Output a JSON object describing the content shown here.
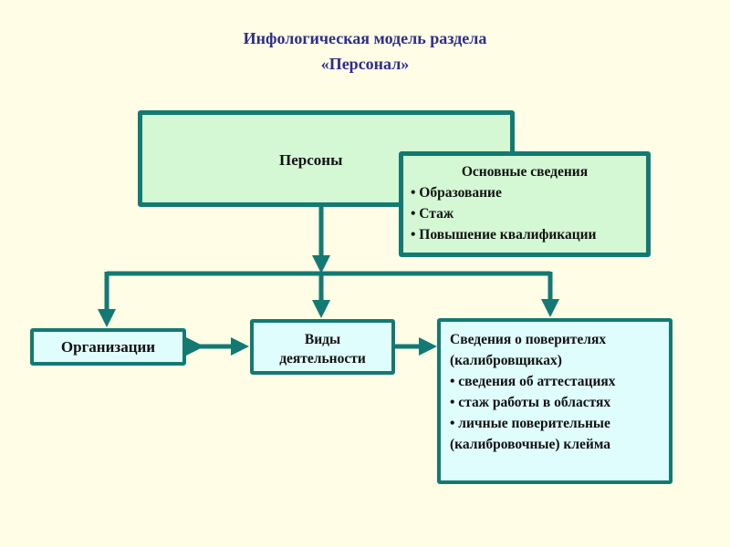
{
  "title": {
    "line1": "Инфологическая модель раздела",
    "line2": "«Персонал»"
  },
  "colors": {
    "background": "#fffde6",
    "border": "#127a73",
    "green_fill": "#d3f8d3",
    "cyan_fill": "#e0fdfd",
    "title": "#2d2d8c"
  },
  "nodes": {
    "persons": {
      "label": "Персоны"
    },
    "basic_info": {
      "heading": "Основные сведения",
      "items": [
        "• Образование",
        "• Стаж",
        "• Повышение квалификации"
      ]
    },
    "organizations": {
      "label": "Организации"
    },
    "activities": {
      "line1": "Виды",
      "line2": "деятельности"
    },
    "verifiers": {
      "lines": [
        "Сведения о поверителях",
        "(калибровщиках)",
        "• сведения об аттестациях",
        "• стаж работы в областях",
        "• личные поверительные",
        "(калибровочные) клейма"
      ]
    }
  }
}
